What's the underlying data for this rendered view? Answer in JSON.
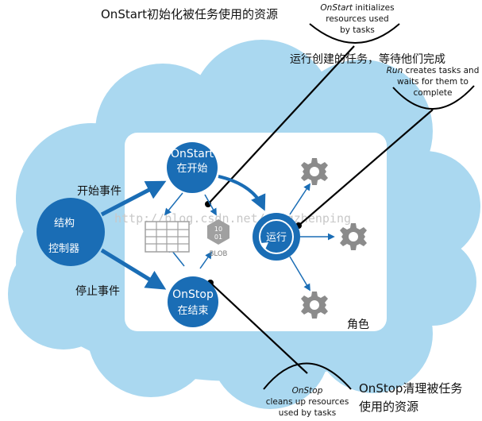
{
  "title_cn": "OnStart初始化被任务使用的资源",
  "annotations": {
    "onstart_note": {
      "italic": "OnStart",
      "line1_rest": " initializes",
      "line2": "resources used",
      "line3": "by tasks"
    },
    "run_cn": "运行创建的任务，等待他们完成",
    "run_note": {
      "italic": "Run",
      "line1_rest": " creates tasks and",
      "line2": "waits for them to",
      "line3": "complete"
    },
    "onstop_note": {
      "italic": "OnStop",
      "line2": "cleans up resources",
      "line3": "used by tasks"
    },
    "onstop_cn_line1": "OnStop清理被任务",
    "onstop_cn_line2": "使用的资源"
  },
  "nodes": {
    "controller": {
      "line1": "结构",
      "line2": "控制器"
    },
    "onstart": {
      "en": "OnStart",
      "cn": "在开始"
    },
    "run": {
      "cn": "运行"
    },
    "onstop": {
      "en": "OnStop",
      "cn": "在结束"
    }
  },
  "edges": {
    "start_event": "开始事件",
    "stop_event": "停止事件"
  },
  "role_label": "角色",
  "blob": {
    "bits_top": "10",
    "bits_bottom": "01",
    "label": "BLOB"
  },
  "watermark": "http://blog.csdn.net/yangzhenping",
  "icons": [
    "gear-icon",
    "gear-icon",
    "gear-icon",
    "table-icon",
    "blob-icon"
  ],
  "colors": {
    "cloud": "#aad8f0",
    "role_box": "#ffffff",
    "node_fill": "#1a6db5",
    "arrow": "#1a6db5",
    "leader_line": "#000000",
    "gear": "#8b8b8b",
    "table": "#a0a0a0"
  }
}
